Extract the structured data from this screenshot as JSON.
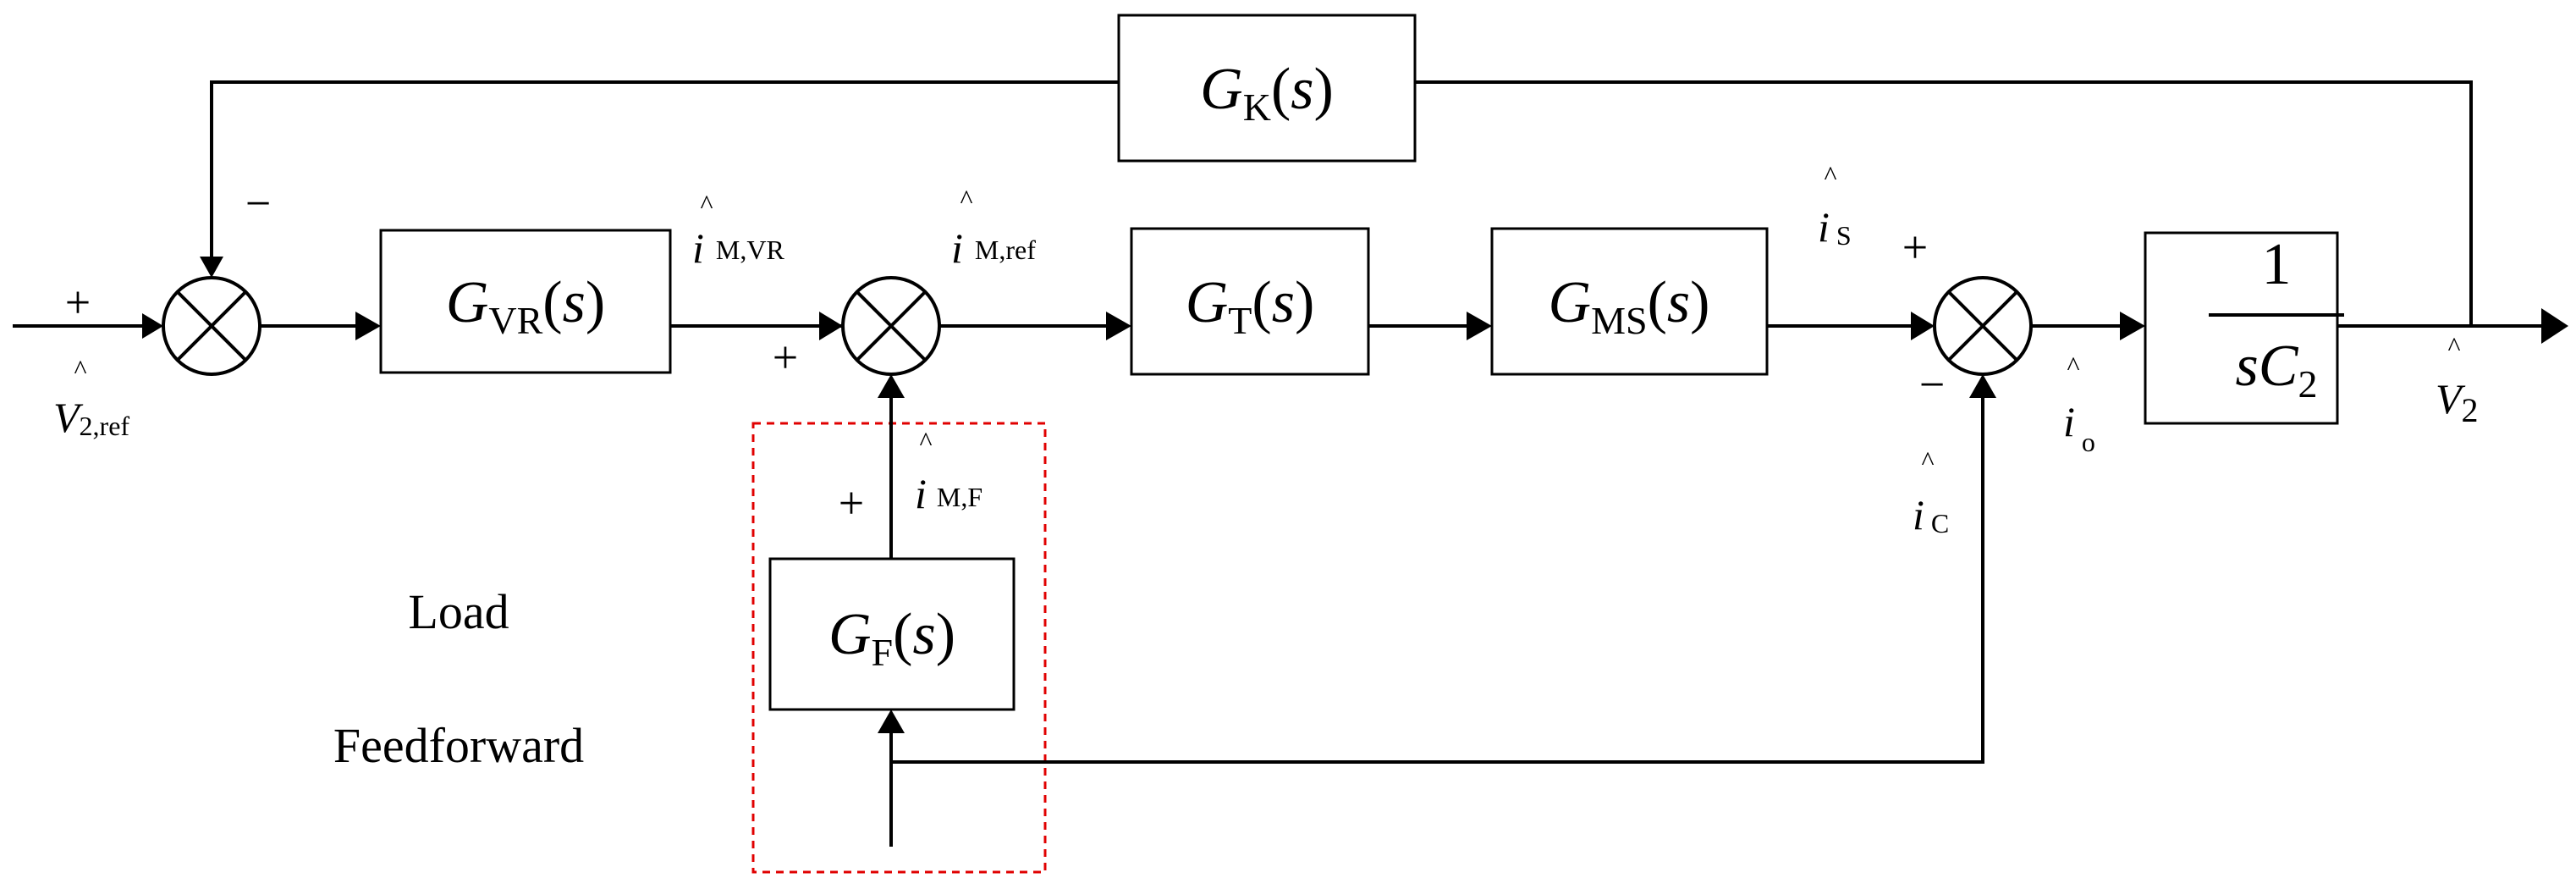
{
  "blocks": {
    "gk": {
      "sym": "G",
      "sub": "K",
      "arg": "s"
    },
    "gvr": {
      "sym": "G",
      "sub": "VR",
      "arg": "s"
    },
    "gt": {
      "sym": "G",
      "sub": "T",
      "arg": "s"
    },
    "gms": {
      "sym": "G",
      "sub": "MS",
      "arg": "s"
    },
    "gf": {
      "sym": "G",
      "sub": "F",
      "arg": "s"
    },
    "cap": {
      "num": "1",
      "den": "sC",
      "den_sub": "2"
    }
  },
  "signals": {
    "v2ref": {
      "sym": "V",
      "sub": "2,ref"
    },
    "imvr": {
      "sym": "i",
      "sub": "M,VR"
    },
    "imref": {
      "sym": "i",
      "sub": "M,ref"
    },
    "is": {
      "sym": "i",
      "sub": "S"
    },
    "imf": {
      "sym": "i",
      "sub": "M,F"
    },
    "ic": {
      "sym": "i",
      "sub": "C"
    },
    "io": {
      "sym": "i",
      "sub": "o"
    },
    "v2": {
      "sym": "V",
      "sub": "2"
    },
    "hat": "^"
  },
  "signs": {
    "sum1_in": "+",
    "sum1_fb": "−",
    "sum2_in": "+",
    "sum2_ff": "+",
    "sum3_in": "+",
    "sum3_ic": "−"
  },
  "feedforward_label": {
    "line1": "Load",
    "line2": "Feedforward"
  },
  "colors": {
    "line": "#000000",
    "feedforward_region": "#e00000",
    "background": "#ffffff"
  }
}
